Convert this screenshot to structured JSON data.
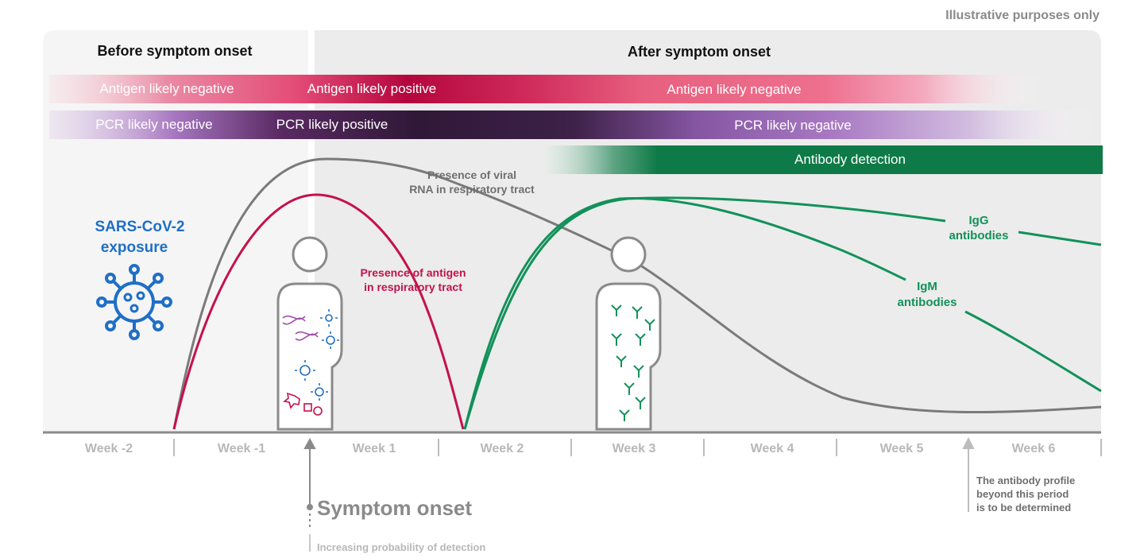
{
  "note": "Illustrative purposes only",
  "panels": {
    "before": "Before symptom onset",
    "after": "After symptom onset"
  },
  "bands": {
    "antigen": [
      "Antigen likely negative",
      "Antigen likely positive",
      "Antigen likely negative"
    ],
    "pcr": [
      "PCR likely negative",
      "PCR likely positive",
      "PCR likely negative"
    ],
    "antibody": "Antibody detection"
  },
  "exposure": {
    "line1": "SARS-CoV-2",
    "line2": "exposure"
  },
  "curve_labels": {
    "viral_rna": [
      "Presence of viral",
      "RNA in respiratory tract"
    ],
    "antigen": [
      "Presence of antigen",
      "in respiratory tract"
    ],
    "igg": [
      "IgG",
      "antibodies"
    ],
    "igm": [
      "IgM",
      "antibodies"
    ]
  },
  "weeks": [
    "Week -2",
    "Week -1",
    "Week 1",
    "Week 2",
    "Week 3",
    "Week 4",
    "Week 5",
    "Week 6"
  ],
  "symptom_onset": "Symptom onset",
  "probability": "Increasing probability of detection",
  "profile_note": [
    "The antibody profile",
    "beyond this period",
    "is to be determined"
  ],
  "colors": {
    "antigen": "#c4124a",
    "antigen_light": "#e8607f",
    "pcr_dark": "#3a1d44",
    "pcr_light": "#a676c0",
    "antibody": "#0e7a47",
    "igg_igm": "#12915a",
    "viral": "#7a7a7a",
    "virus_blue": "#1f6fc6"
  }
}
